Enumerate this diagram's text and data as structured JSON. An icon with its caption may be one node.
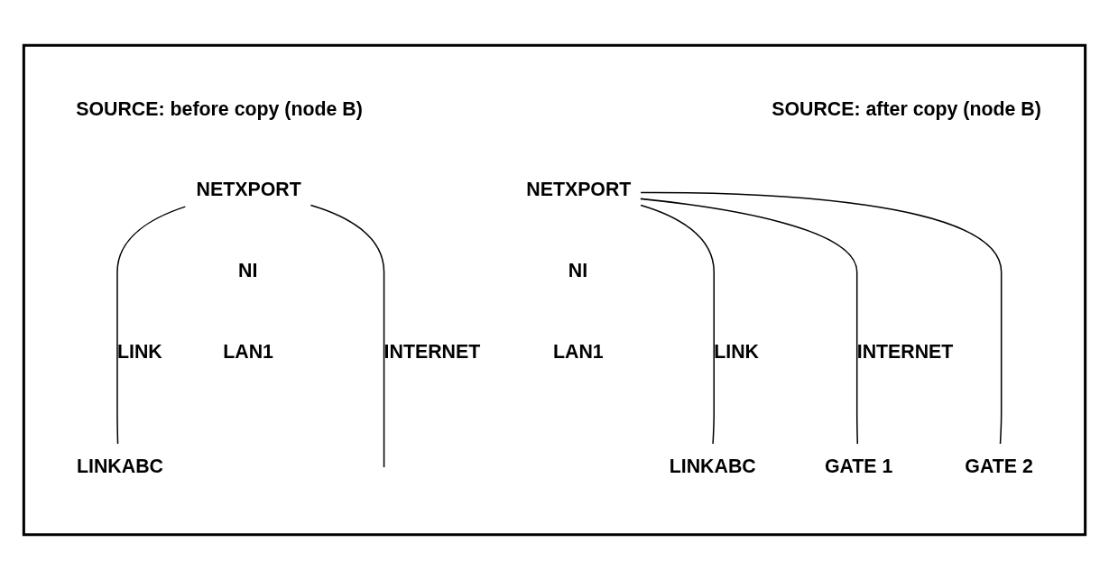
{
  "diagram": {
    "nodes": [
      {
        "text": [],
        "shape": "box"
      },
      {
        "text": [
          "NETXPORT"
        ],
        "in": 0
      },
      {
        "text": [
          "LINKABC"
        ],
        "in": 0
      },
      {
        "text": [
          "NETXPORT"
        ],
        "in": 0
      },
      {
        "text": [
          "LINKABC"
        ],
        "in": 0
      },
      {
        "text": [
          "GATE 1"
        ],
        "in": 0
      },
      {
        "text": [
          "GATE 2"
        ],
        "in": 0
      }
    ],
    "edges": [
      {
        "from": 1,
        "to": 2,
        "arrow": "none",
        "label": "LINK"
      },
      {
        "from": 1,
        "to": null,
        "arrow": "none",
        "label": "INTERNET"
      },
      {
        "from": 3,
        "to": 4,
        "arrow": "none",
        "label": "LINK"
      },
      {
        "from": 3,
        "to": 5,
        "arrow": "none",
        "label": "INTERNET"
      },
      {
        "from": 3,
        "to": 6,
        "arrow": "none"
      }
    ],
    "labels": [
      "SOURCE: before copy (node B)",
      "NI",
      "LAN1",
      "SOURCE: after copy (node B)",
      "NI",
      "LAN1"
    ]
  }
}
